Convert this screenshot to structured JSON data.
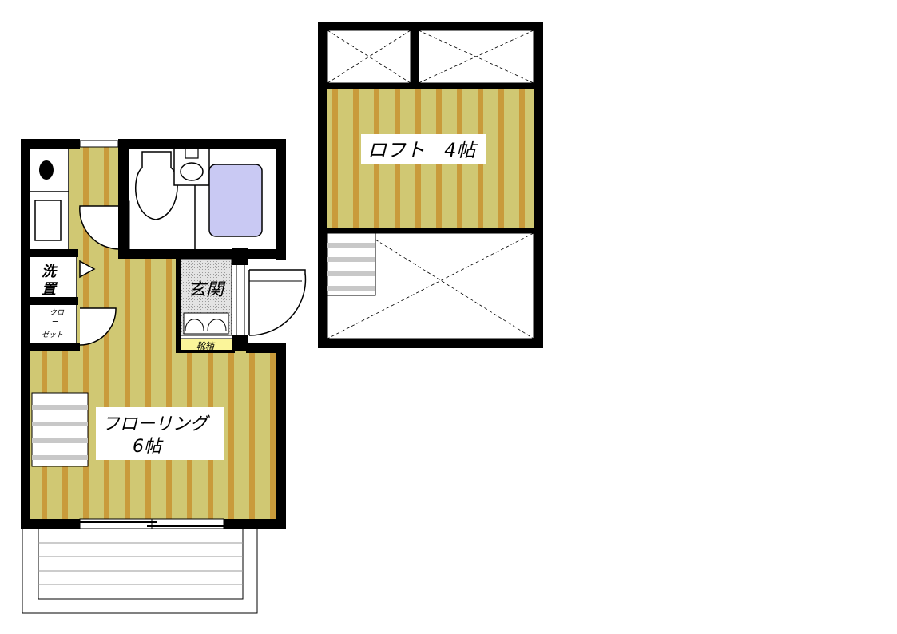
{
  "labels": {
    "loft": "ロフト　4帖",
    "flooring_line1": "フローリング",
    "flooring_line2": "6帖",
    "entrance": "玄関",
    "washer_line1": "洗",
    "washer_line2": "置",
    "closet_line1": "クロ",
    "closet_line2": "ー",
    "closet_line3": "ゼット",
    "shoe_box": "靴箱"
  },
  "colors": {
    "floor_base": "#d0c873",
    "floor_stripe": "#c99b3b",
    "wall": "#000000",
    "bathtub": "#c9c9f3",
    "shoe_box": "#fbf59a",
    "entrance_floor": "#d9d9d9"
  }
}
